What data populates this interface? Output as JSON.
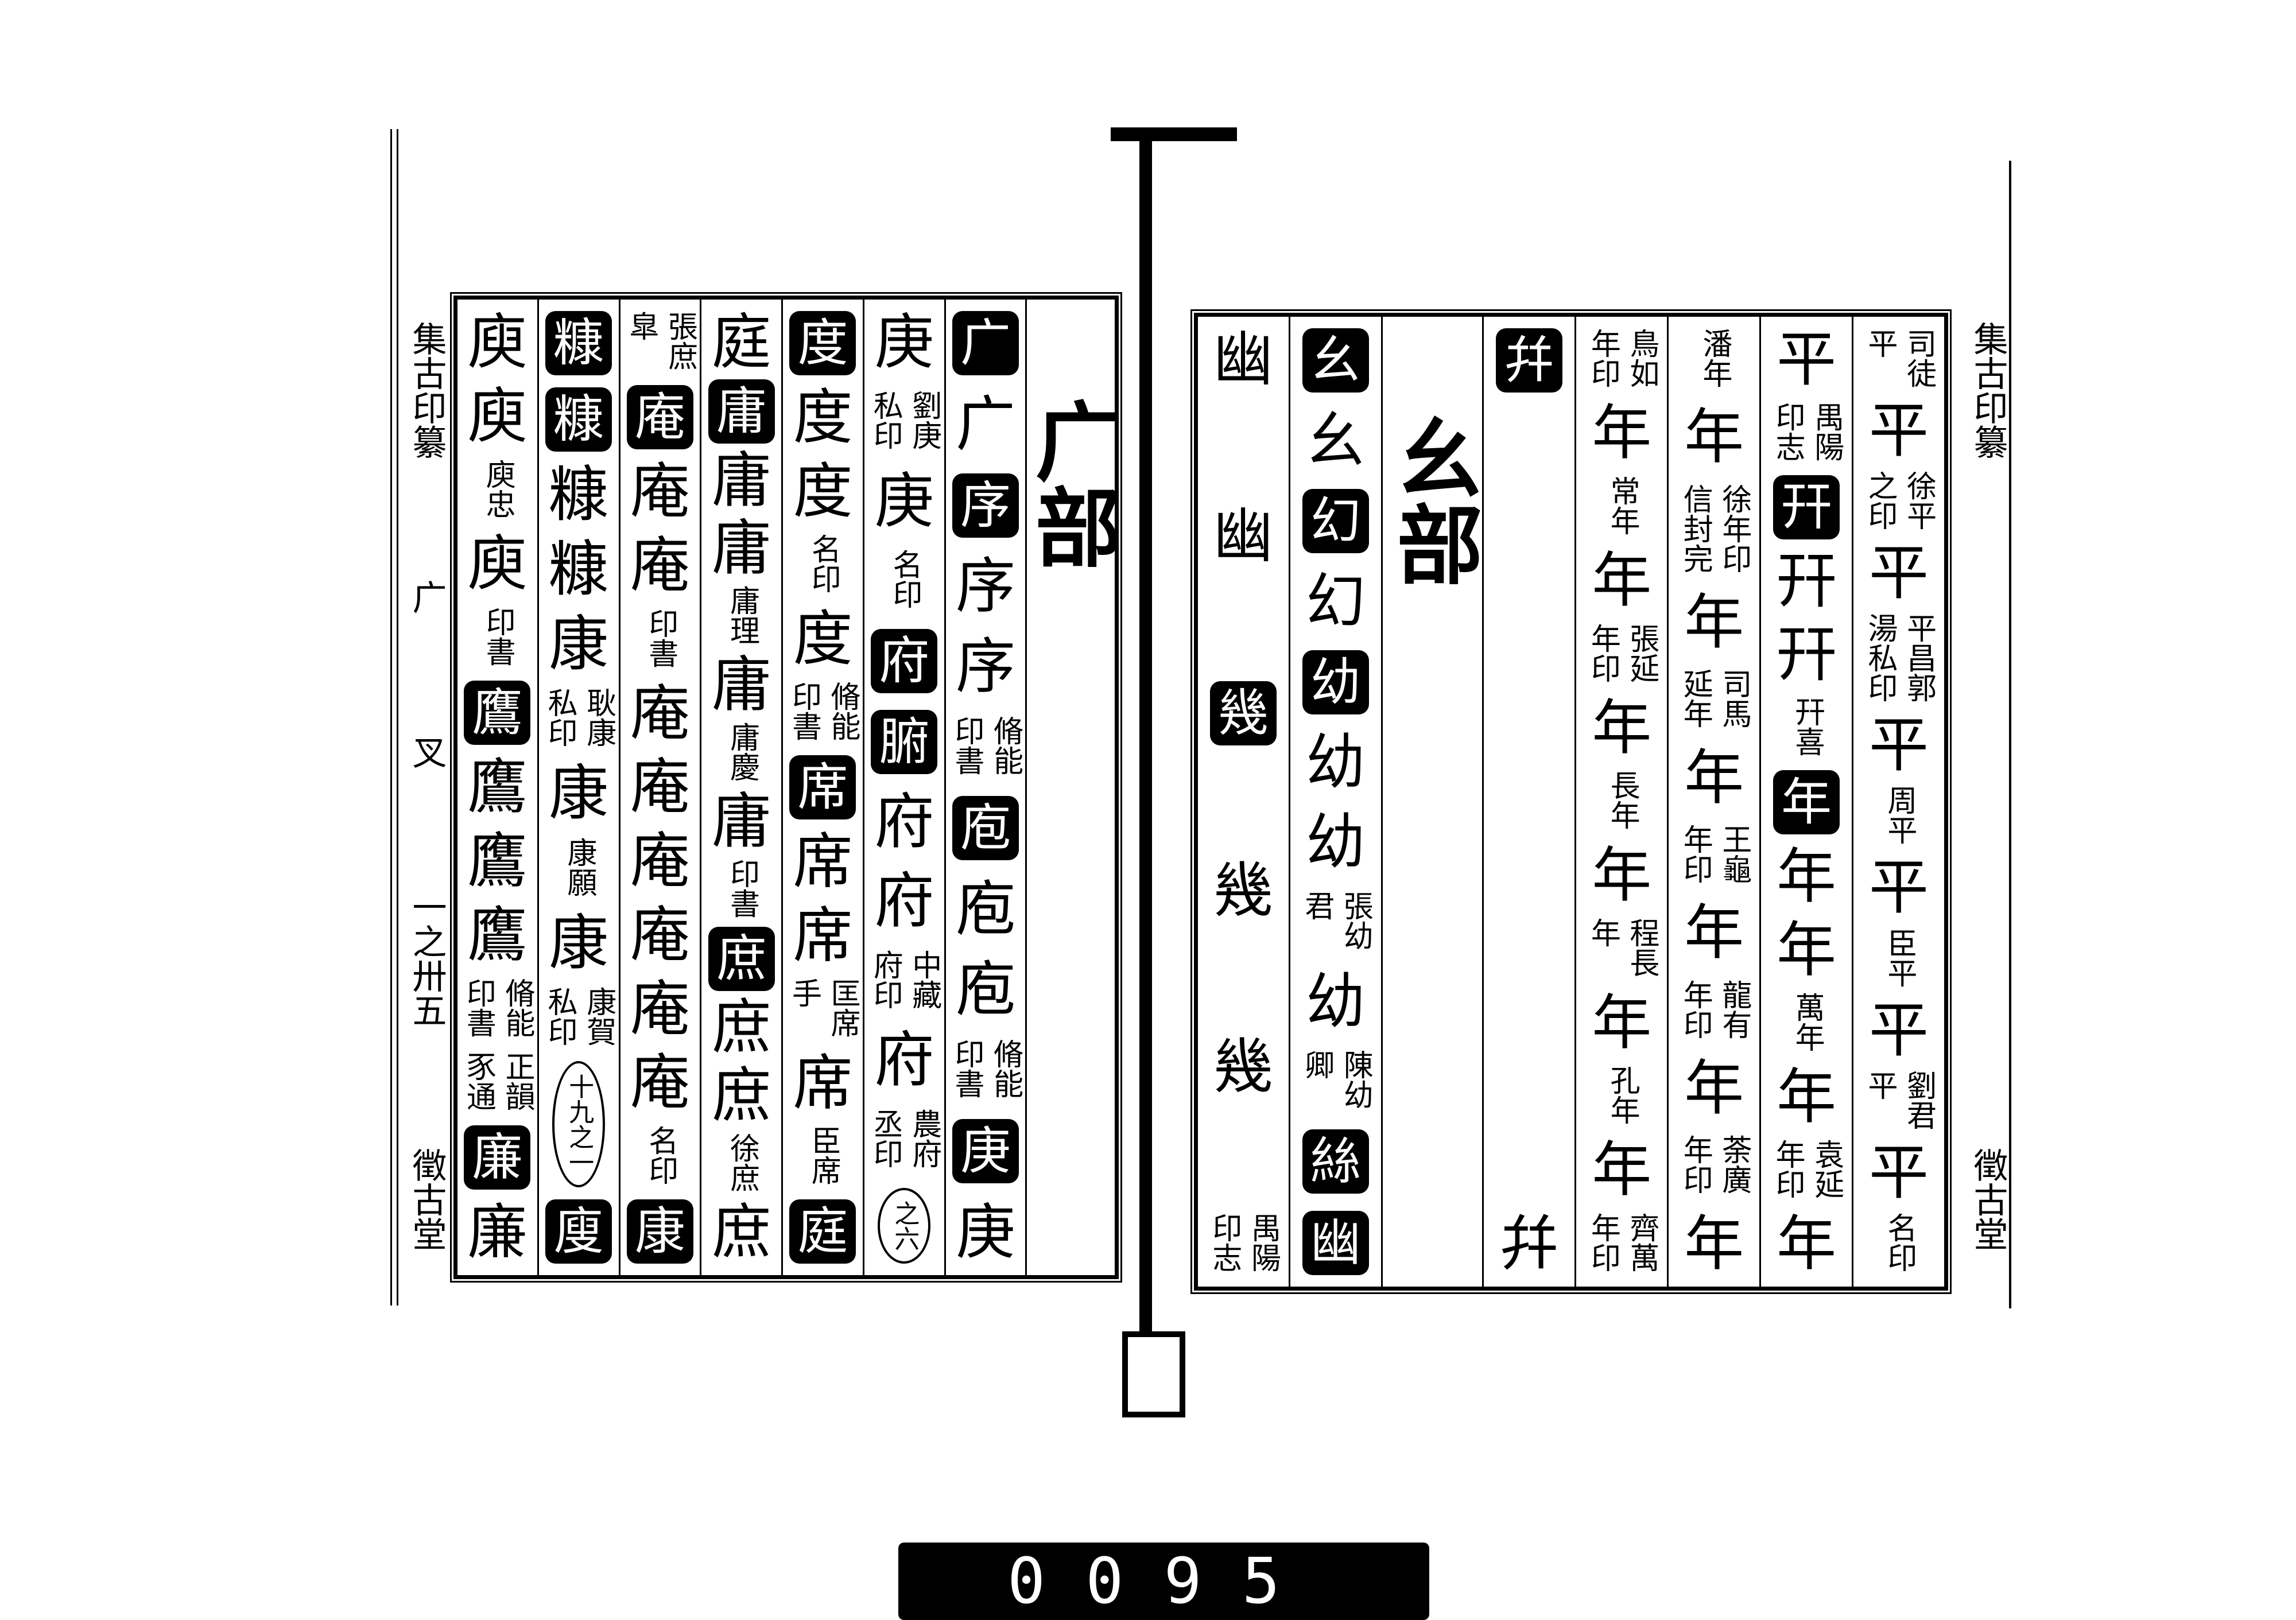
{
  "left_page": {
    "margin": [
      "集古印纂",
      "广",
      "叉",
      "一之卅五",
      "徵古堂"
    ],
    "columns": [
      [
        {
          "k": "head",
          "t": "广部"
        }
      ],
      [
        {
          "k": "box",
          "t": "广"
        },
        {
          "k": "seal",
          "t": "广"
        },
        {
          "k": "box",
          "t": "序"
        },
        {
          "k": "seal",
          "t": "序"
        },
        {
          "k": "seal",
          "t": "序"
        },
        {
          "k": "cap",
          "t": "脩能印書"
        },
        {
          "k": "box",
          "t": "庖"
        },
        {
          "k": "seal",
          "t": "庖"
        },
        {
          "k": "seal",
          "t": "庖"
        },
        {
          "k": "cap",
          "t": "脩能印書"
        },
        {
          "k": "box",
          "t": "庚"
        },
        {
          "k": "seal",
          "t": "庚"
        }
      ],
      [
        {
          "k": "seal",
          "t": "庚"
        },
        {
          "k": "cap",
          "t": "劉庚私印"
        },
        {
          "k": "seal",
          "t": "庚"
        },
        {
          "k": "cap",
          "t": "名印"
        },
        {
          "k": "box",
          "t": "府"
        },
        {
          "k": "box",
          "t": "腑"
        },
        {
          "k": "seal",
          "t": "府"
        },
        {
          "k": "seal",
          "t": "府"
        },
        {
          "k": "cap",
          "t": "中藏府印"
        },
        {
          "k": "seal",
          "t": "府"
        },
        {
          "k": "cap",
          "t": "農府丞印"
        },
        {
          "k": "circ",
          "t": "之六"
        }
      ],
      [
        {
          "k": "box",
          "t": "度"
        },
        {
          "k": "seal",
          "t": "度"
        },
        {
          "k": "seal",
          "t": "度"
        },
        {
          "k": "cap",
          "t": "名印"
        },
        {
          "k": "seal",
          "t": "度"
        },
        {
          "k": "cap",
          "t": "脩能印書"
        },
        {
          "k": "box",
          "t": "席"
        },
        {
          "k": "seal",
          "t": "席"
        },
        {
          "k": "seal",
          "t": "席"
        },
        {
          "k": "cap",
          "t": "匡席手"
        },
        {
          "k": "seal",
          "t": "席"
        },
        {
          "k": "cap",
          "t": "臣席"
        },
        {
          "k": "box",
          "t": "庭"
        }
      ],
      [
        {
          "k": "seal",
          "t": "庭"
        },
        {
          "k": "box",
          "t": "庸"
        },
        {
          "k": "seal",
          "t": "庸"
        },
        {
          "k": "seal",
          "t": "庸"
        },
        {
          "k": "cap",
          "t": "庸理"
        },
        {
          "k": "seal",
          "t": "庸"
        },
        {
          "k": "cap",
          "t": "庸慶"
        },
        {
          "k": "seal",
          "t": "庸"
        },
        {
          "k": "cap",
          "t": "印書"
        },
        {
          "k": "box",
          "t": "庶"
        },
        {
          "k": "seal",
          "t": "庶"
        },
        {
          "k": "seal",
          "t": "庶"
        },
        {
          "k": "cap",
          "t": "徐庶"
        },
        {
          "k": "seal",
          "t": "庶"
        }
      ],
      [
        {
          "k": "cap",
          "t": "張庶皐"
        },
        {
          "k": "box",
          "t": "庵"
        },
        {
          "k": "seal",
          "t": "庵"
        },
        {
          "k": "seal",
          "t": "庵"
        },
        {
          "k": "cap",
          "t": "印書"
        },
        {
          "k": "seal",
          "t": "庵"
        },
        {
          "k": "seal",
          "t": "庵"
        },
        {
          "k": "seal",
          "t": "庵"
        },
        {
          "k": "seal",
          "t": "庵"
        },
        {
          "k": "seal",
          "t": "庵"
        },
        {
          "k": "seal",
          "t": "庵"
        },
        {
          "k": "cap",
          "t": "名印"
        },
        {
          "k": "box",
          "t": "康"
        }
      ],
      [
        {
          "k": "box",
          "t": "糠"
        },
        {
          "k": "box",
          "t": "糠"
        },
        {
          "k": "seal",
          "t": "糠"
        },
        {
          "k": "seal",
          "t": "糠"
        },
        {
          "k": "seal",
          "t": "康"
        },
        {
          "k": "cap",
          "t": "耿康私印"
        },
        {
          "k": "seal",
          "t": "康"
        },
        {
          "k": "cap",
          "t": "康願"
        },
        {
          "k": "seal",
          "t": "康"
        },
        {
          "k": "cap",
          "t": "康賀私印"
        },
        {
          "k": "circ",
          "t": "十九之一"
        },
        {
          "k": "box",
          "t": "廋"
        }
      ],
      [
        {
          "k": "seal",
          "t": "庾"
        },
        {
          "k": "seal",
          "t": "庾"
        },
        {
          "k": "cap",
          "t": "庾忠"
        },
        {
          "k": "seal",
          "t": "庾"
        },
        {
          "k": "cap",
          "t": "印書"
        },
        {
          "k": "box",
          "t": "鷹"
        },
        {
          "k": "seal",
          "t": "鷹"
        },
        {
          "k": "seal",
          "t": "鷹"
        },
        {
          "k": "seal",
          "t": "鷹"
        },
        {
          "k": "cap",
          "t": "脩能印書"
        },
        {
          "k": "cap",
          "t": "正韻豕通"
        },
        {
          "k": "box",
          "t": "廉"
        },
        {
          "k": "seal",
          "t": "廉"
        }
      ]
    ]
  },
  "right_page": {
    "margin": [
      "集古印纂",
      "徵古堂"
    ],
    "columns": [
      [
        {
          "k": "cap",
          "t": "司徒平"
        },
        {
          "k": "seal",
          "t": "平"
        },
        {
          "k": "cap",
          "t": "徐平之印"
        },
        {
          "k": "seal",
          "t": "平"
        },
        {
          "k": "cap",
          "t": "平昌郭湯私印"
        },
        {
          "k": "seal",
          "t": "平"
        },
        {
          "k": "cap",
          "t": "周平"
        },
        {
          "k": "seal",
          "t": "平"
        },
        {
          "k": "cap",
          "t": "臣平"
        },
        {
          "k": "seal",
          "t": "平"
        },
        {
          "k": "cap",
          "t": "劉君平"
        },
        {
          "k": "seal",
          "t": "平"
        },
        {
          "k": "cap",
          "t": "名印"
        }
      ],
      [
        {
          "k": "seal",
          "t": "平"
        },
        {
          "k": "cap",
          "t": "禺陽印志"
        },
        {
          "k": "box",
          "t": "幵"
        },
        {
          "k": "seal",
          "t": "幵"
        },
        {
          "k": "seal",
          "t": "幵"
        },
        {
          "k": "cap",
          "t": "幵喜"
        },
        {
          "k": "box",
          "t": "年"
        },
        {
          "k": "seal",
          "t": "年"
        },
        {
          "k": "seal",
          "t": "年"
        },
        {
          "k": "cap",
          "t": "萬年"
        },
        {
          "k": "seal",
          "t": "年"
        },
        {
          "k": "cap",
          "t": "袁延年印"
        },
        {
          "k": "seal",
          "t": "年"
        }
      ],
      [
        {
          "k": "cap",
          "t": "潘年"
        },
        {
          "k": "seal",
          "t": "年"
        },
        {
          "k": "cap",
          "t": "徐年印信封完"
        },
        {
          "k": "seal",
          "t": "年"
        },
        {
          "k": "cap",
          "t": "司馬延年"
        },
        {
          "k": "seal",
          "t": "年"
        },
        {
          "k": "cap",
          "t": "王龜年印"
        },
        {
          "k": "seal",
          "t": "年"
        },
        {
          "k": "cap",
          "t": "龍有年印"
        },
        {
          "k": "seal",
          "t": "年"
        },
        {
          "k": "cap",
          "t": "荼廣年印"
        },
        {
          "k": "seal",
          "t": "年"
        }
      ],
      [
        {
          "k": "cap",
          "t": "鳥如年印"
        },
        {
          "k": "seal",
          "t": "年"
        },
        {
          "k": "cap",
          "t": "常年"
        },
        {
          "k": "seal",
          "t": "年"
        },
        {
          "k": "cap",
          "t": "張延年印"
        },
        {
          "k": "seal",
          "t": "年"
        },
        {
          "k": "cap",
          "t": "長年"
        },
        {
          "k": "seal",
          "t": "年"
        },
        {
          "k": "cap",
          "t": "程長年"
        },
        {
          "k": "seal",
          "t": "年"
        },
        {
          "k": "cap",
          "t": "孔年"
        },
        {
          "k": "seal",
          "t": "年"
        },
        {
          "k": "cap",
          "t": "齊萬年印"
        }
      ],
      [
        {
          "k": "box",
          "t": "幷"
        },
        {
          "k": "seal",
          "t": "幷"
        }
      ],
      [
        {
          "k": "head",
          "t": "幺部"
        }
      ],
      [
        {
          "k": "box",
          "t": "幺"
        },
        {
          "k": "seal",
          "t": "幺"
        },
        {
          "k": "box",
          "t": "幻"
        },
        {
          "k": "seal",
          "t": "幻"
        },
        {
          "k": "box",
          "t": "幼"
        },
        {
          "k": "seal",
          "t": "幼"
        },
        {
          "k": "seal",
          "t": "幼"
        },
        {
          "k": "cap",
          "t": "張幼君"
        },
        {
          "k": "seal",
          "t": "幼"
        },
        {
          "k": "cap",
          "t": "陳幼卿"
        },
        {
          "k": "box",
          "t": "絲"
        },
        {
          "k": "box",
          "t": "幽"
        }
      ],
      [
        {
          "k": "seal",
          "t": "幽"
        },
        {
          "k": "seal",
          "t": "幽"
        },
        {
          "k": "box",
          "t": "幾"
        },
        {
          "k": "seal",
          "t": "幾"
        },
        {
          "k": "seal",
          "t": "幾"
        },
        {
          "k": "cap",
          "t": "禺陽印志"
        }
      ]
    ]
  },
  "page_number": "0095"
}
